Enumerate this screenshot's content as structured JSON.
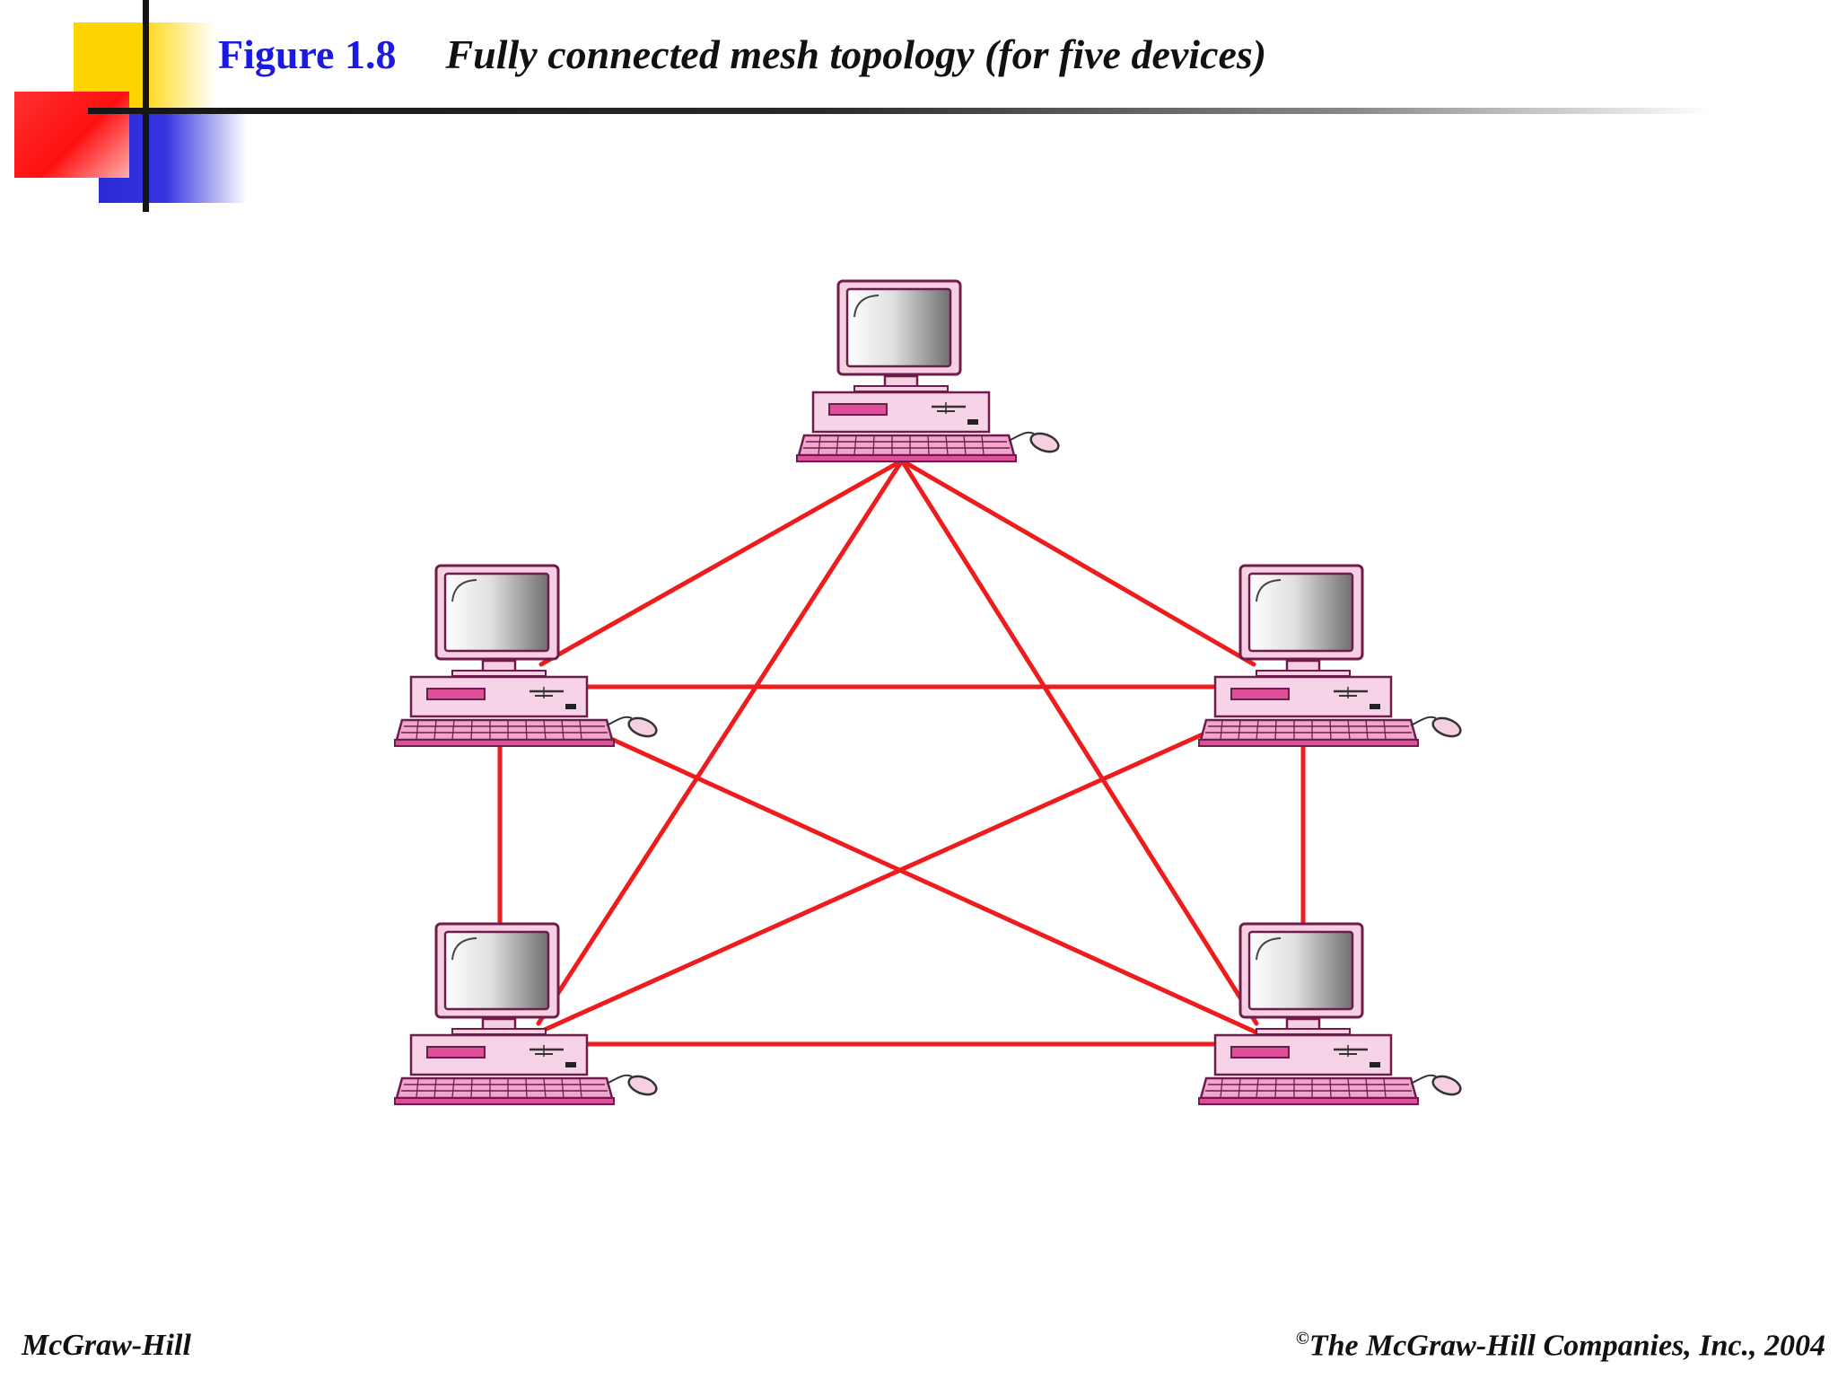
{
  "figure": {
    "label": "Figure 1.8",
    "caption": "Fully connected mesh topology (for five devices)"
  },
  "footer": {
    "publisher": "McGraw-Hill",
    "copyright_symbol": "©",
    "copyright": "The McGraw-Hill Companies, Inc., 2004"
  },
  "diagram": {
    "nodes": [
      {
        "id": "top",
        "icon": "desktop-computer-icon"
      },
      {
        "id": "mid-left",
        "icon": "desktop-computer-icon"
      },
      {
        "id": "mid-right",
        "icon": "desktop-computer-icon"
      },
      {
        "id": "bottom-left",
        "icon": "desktop-computer-icon"
      },
      {
        "id": "bottom-right",
        "icon": "desktop-computer-icon"
      }
    ],
    "links": [
      [
        "top",
        "mid-left"
      ],
      [
        "top",
        "mid-right"
      ],
      [
        "top",
        "bottom-left"
      ],
      [
        "top",
        "bottom-right"
      ],
      [
        "mid-left",
        "mid-right"
      ],
      [
        "mid-left",
        "bottom-left"
      ],
      [
        "mid-left",
        "bottom-right"
      ],
      [
        "mid-right",
        "bottom-left"
      ],
      [
        "mid-right",
        "bottom-right"
      ],
      [
        "bottom-left",
        "bottom-right"
      ]
    ],
    "colors": {
      "link": "#ee1c1c",
      "computer_body": "#f7d3e8",
      "computer_outline": "#8c2a5e",
      "accent": "#e0509a"
    }
  }
}
